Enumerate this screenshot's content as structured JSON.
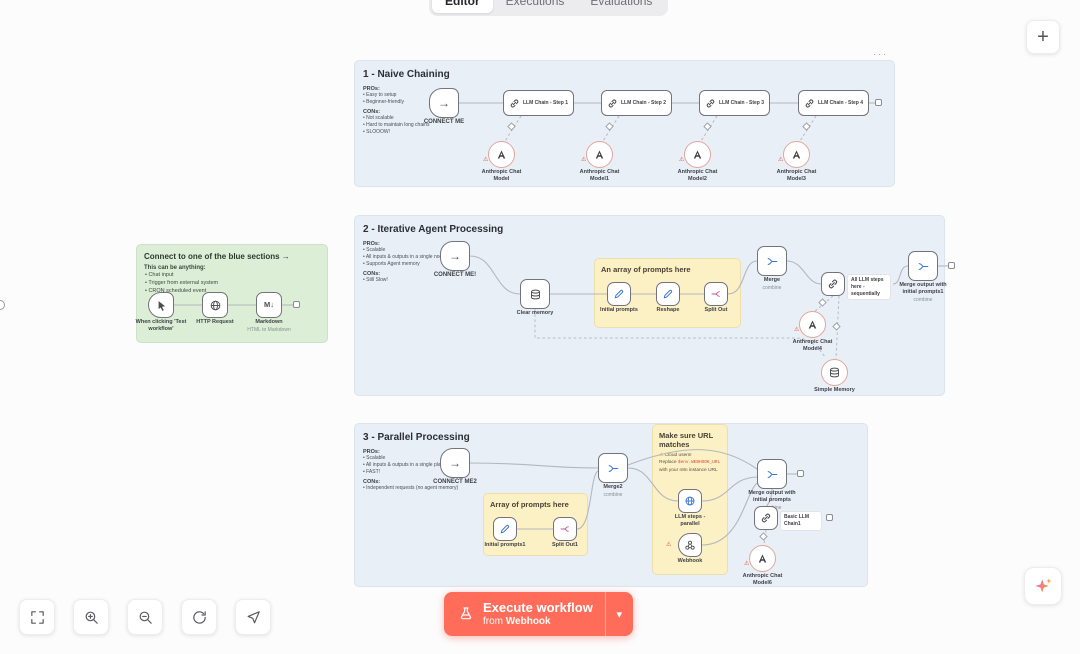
{
  "tabs": [
    {
      "label": "Editor"
    },
    {
      "label": "Executions"
    },
    {
      "label": "Evaluations"
    }
  ],
  "icons": {
    "plus": "+",
    "chevron_down": "▾",
    "arrow_right": "→",
    "markdown_glyph": "M↓",
    "sticky_menu_dots": "···",
    "warning": "⚠"
  },
  "execute": {
    "label": "Execute workflow",
    "from_prefix": "from",
    "source": "Webhook"
  },
  "green_note": {
    "title": "Connect to one of the blue sections →",
    "subtitle": "This can be anything:",
    "bullets": [
      "• Chat input",
      "• Trigger from external system",
      "• CRON scheduled event"
    ],
    "manual_trigger_label": "When clicking 'Test workflow'",
    "http_request_label": "HTTP Request",
    "markdown_label": "Markdown",
    "markdown_sublabel": "HTML to Markdown"
  },
  "section1": {
    "title": "1 - Naive Chaining",
    "pros_label": "PROs:",
    "pros": [
      "• Easy to setup",
      "• Beginner-friendly"
    ],
    "cons_label": "CONs:",
    "cons": [
      "• Not scalable",
      "• Hard to maintain long chains",
      "• SLOOOW!"
    ],
    "connect_label": "CONNECT ME",
    "chains": [
      "LLM Chain - Step 1",
      "LLM Chain - Step 2",
      "LLM Chain - Step 3",
      "LLM Chain - Step 4"
    ],
    "models": [
      "Anthropic Chat Model",
      "Anthropic Chat Model1",
      "Anthropic Chat Model2",
      "Anthropic Chat Model3"
    ]
  },
  "section2": {
    "title": "2 - Iterative Agent Processing",
    "pros_label": "PROs:",
    "pros": [
      "• Scalable",
      "• All inputs & outputs in a single node",
      "• Supports Agent memory"
    ],
    "cons_label": "CONs:",
    "cons": [
      "• Still Slow!"
    ],
    "connect_label": "CONNECT ME!",
    "clear_memory_label": "Clear memory",
    "prompts_sticky_title": "An array of prompts here",
    "initial_prompts_label": "Initial prompts",
    "reshape_label": "Reshape",
    "split_out_label": "Split Out",
    "merge_label": "Merge",
    "merge_sublabel": "combine",
    "agent_label": "All LLM steps here - sequentially",
    "merge_output1_label": "Merge output with initial prompts1",
    "merge_output1_sublabel": "combine",
    "model4_label": "Anthropic Chat Model4",
    "simple_memory_label": "Simple Memory"
  },
  "section3": {
    "title": "3 - Parallel Processing",
    "pros_label": "PROs:",
    "pros": [
      "• Scalable",
      "• All inputs & outputs in a single place",
      "• FAST!"
    ],
    "cons_label": "CONs:",
    "cons": [
      "• Independent requests (no agent memory)"
    ],
    "connect_label": "CONNECT ME2",
    "merge2_label": "Merge2",
    "merge2_sublabel": "combine",
    "prompts_sticky_title": "Array of prompts here",
    "initial_prompts1_label": "Initial prompts1",
    "split_out1_label": "Split Out1",
    "url_sticky_title": "Make sure URL matches",
    "url_warning_intro": "Cloud users!",
    "url_warning_pre": "Replace",
    "url_warning_code": "$env.WEBHOOK_URL",
    "url_warning_post": "with your n8n instance URL",
    "llm_steps_label": "LLM steps - parallel",
    "webhook_label": "Webhook",
    "merge_output_label": "Merge output with initial prompts",
    "merge_output_sublabel": "combine",
    "basic_chain_label": "Basic LLM Chain1",
    "model6_label": "Anthropic Chat Model6"
  }
}
